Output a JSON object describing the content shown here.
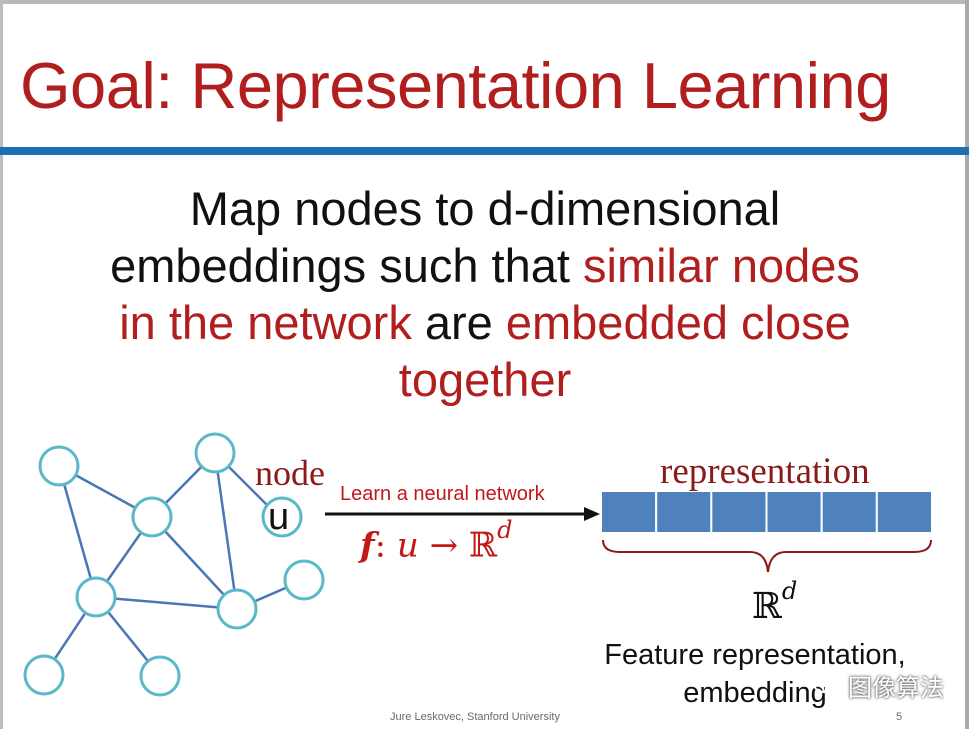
{
  "slide": {
    "title": "Goal: Representation Learning",
    "body": [
      {
        "text": "Map nodes to d-dimensional",
        "color": "#111111"
      },
      {
        "text": "embeddings",
        "color": "#111111"
      },
      {
        "text": " such that ",
        "color": "#111111"
      },
      {
        "text": "similar nodes in the network",
        "color": "#b01e1e"
      },
      {
        "text": " are ",
        "color": "#111111"
      },
      {
        "text": "embedded close together",
        "color": "#b01e1e"
      }
    ],
    "body_line1": "Map nodes to d-dimensional",
    "body_embeddings": "embeddings",
    "body_such_that": " such that ",
    "body_similar_1": "similar nodes",
    "body_similar_2": "in the network",
    "body_are": " are ",
    "body_embedded_1": "embedded close",
    "body_embedded_2": "together"
  },
  "diagram": {
    "node_label": "node",
    "u_label": "u",
    "arrow_label": "Learn a neural network",
    "formula_f": "f",
    "formula_colon": ": ",
    "formula_u": "u",
    "formula_arrow": " → ℝ",
    "formula_sup": "d",
    "representation_label": "representation",
    "vector_cells": 6,
    "rd_base": "ℝ",
    "rd_sup": "d",
    "feature_line1": "Feature representation,",
    "feature_line2": "embedding",
    "colors": {
      "node_stroke": "#5bb8c8",
      "edge": "#4a77b4",
      "cell_fill": "#4f81bd",
      "accent_red": "#b01e1e",
      "title_bar": "#1b6fb3"
    }
  },
  "footer": {
    "author": "Jure Leskovec, Stanford University",
    "page": "5"
  },
  "watermark": {
    "text": "图像算法"
  }
}
